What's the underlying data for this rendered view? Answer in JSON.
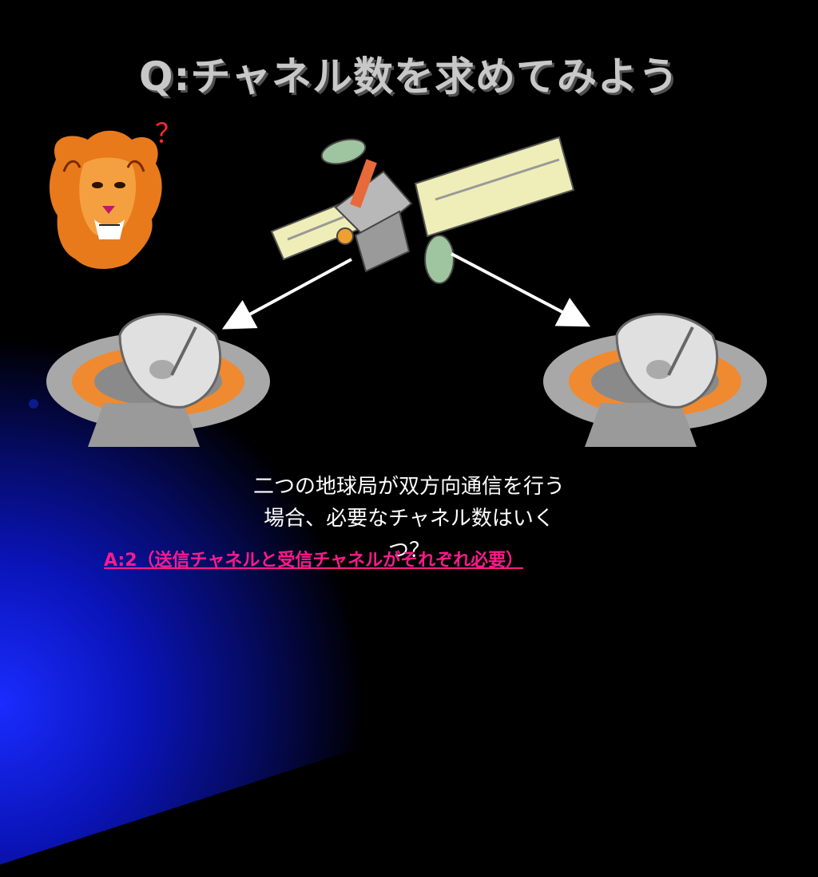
{
  "slide": {
    "title": "Q:チャネル数を求めてみよう",
    "question_mark": "？",
    "question_line1": "二つの地球局が双方向通信を行う",
    "question_line2": "場合、必要なチャネル数はいく",
    "question_line3": "つ？",
    "answer": "A:2（送信チャネルと受信チャネルがそれぞれ必要）"
  },
  "colors": {
    "background": "#000000",
    "title": "#c8c8c8",
    "question_mark": "#ff2a2a",
    "answer": "#ff1a8c",
    "corner_blue": "#1a2cff"
  },
  "icons": [
    "lion-icon",
    "satellite-icon",
    "dish-antenna-icon",
    "arrow-icon"
  ]
}
